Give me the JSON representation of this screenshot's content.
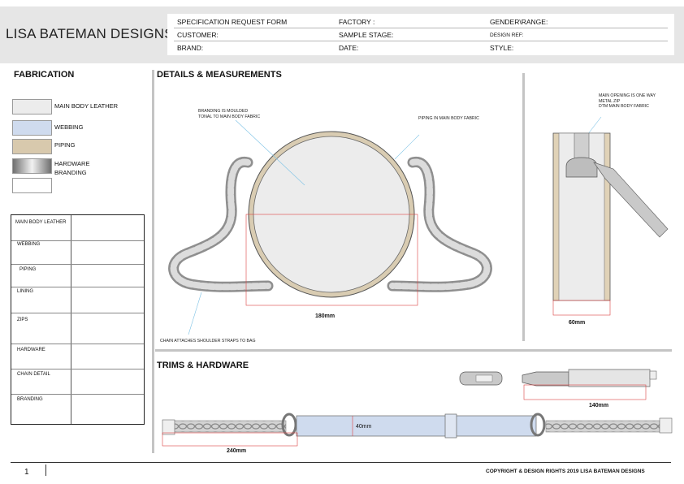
{
  "brand_title": "LISA BATEMAN DESIGNS",
  "form_fields": {
    "spec_request": "SPECIFICATION REQUEST FORM",
    "customer": "CUSTOMER:",
    "brand": "BRAND:",
    "factory": "FACTORY :",
    "sample_stage": "SAMPLE STAGE:",
    "date": "DATE:",
    "gender_range": "GENDER\\RANGE:",
    "design_ref": "DESIGN REF:",
    "style": "STYLE:"
  },
  "fabrication": {
    "title": "FABRICATION",
    "swatches": [
      {
        "label": "MAIN BODY LEATHER",
        "color": "#ececec"
      },
      {
        "label": "WEBBING",
        "color": "#cfdbee"
      },
      {
        "label": "PIPING",
        "color": "#d8c9ad"
      },
      {
        "label": "HARDWARE",
        "label2": "BRANDING",
        "color": "#b9b9b9"
      },
      {
        "label": "",
        "color": "#ffffff"
      }
    ]
  },
  "spec_table": {
    "rows": [
      "MAIN BODY LEATHER",
      "WEBBING",
      "PIPING",
      "LINING",
      "ZIPS",
      "HARDWARE",
      "CHAIN DETAIL",
      "BRANDING"
    ]
  },
  "details": {
    "title": "DETAILS & MEASUREMENTS",
    "note_branding": [
      "BRANDING IS MOULDED",
      "TONAL TO MAIN BODY FABRIC"
    ],
    "note_piping": "PIPING IN MAIN BODY FABRIC",
    "note_chain": "CHAIN ATTACHES SHOULDER STRAPS TO BAG",
    "note_zip": [
      "MAIN OPENING IS ONE WAY",
      "METAL ZIP",
      "DTM MAIN BODY FABRIC"
    ],
    "dim_width": "180mm",
    "dim_depth": "60mm"
  },
  "trims": {
    "title": "TRIMS & HARDWARE",
    "dim_puller": "140mm",
    "dim_webbing": "40mm",
    "dim_chain": "240mm"
  },
  "footer": {
    "page_number": "1",
    "copyright": "COPYRIGHT & DESIGN RIGHTS 2019 LISA BATEMAN DESIGNS"
  }
}
